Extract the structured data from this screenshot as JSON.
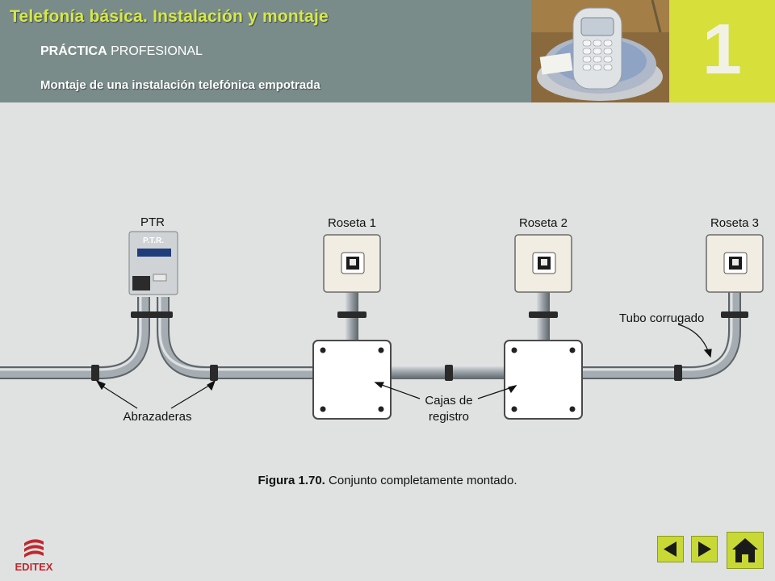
{
  "header": {
    "title": "Telefonía básica. Instalación y montaje",
    "subtitle_bold": "PRÁCTICA",
    "subtitle_rest": " PROFESIONAL",
    "section": "Montaje de una instalación telefónica empotrada",
    "chapter_number": "1"
  },
  "diagram": {
    "labels": {
      "ptr": "PTR",
      "ptr_plate": "P.T.R.",
      "roseta1": "Roseta 1",
      "roseta2": "Roseta 2",
      "roseta3": "Roseta 3",
      "tubo": "Tubo corrugado",
      "cajas_line1": "Cajas de",
      "cajas_line2": "registro",
      "abrazaderas": "Abrazaderas"
    }
  },
  "caption": {
    "bold": "Figura 1.70.",
    "text": " Conjunto completamente montado."
  },
  "footer": {
    "logo_text": "EDITEX"
  },
  "colors": {
    "header_bg": "#7a8c8a",
    "title_color": "#d6e84a",
    "accent": "#d7df3a",
    "page_bg": "#dfe2e1"
  },
  "icons": [
    "phone-photo",
    "editex-logo-icon",
    "arrow-left-icon",
    "arrow-right-icon",
    "home-icon"
  ]
}
